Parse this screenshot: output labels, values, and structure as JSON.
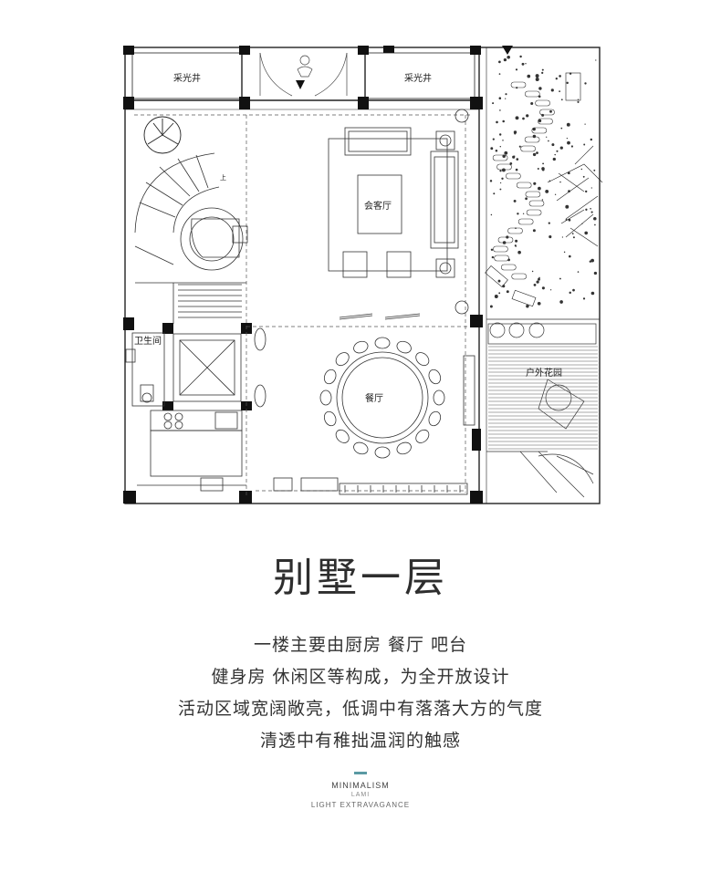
{
  "plan": {
    "labels": {
      "skylight_left": "采光井",
      "skylight_right": "采光井",
      "living_room": "会客厅",
      "bathroom": "卫生间",
      "dining_room": "餐厅",
      "outdoor_garden": "户外花园",
      "stair_up": "上"
    }
  },
  "title": "别墅一层",
  "description": [
    "一楼主要由厨房 餐厅 吧台",
    "健身房 休闲区等构成，为全开放设计",
    "活动区域宽阔敞亮，低调中有落落大方的气度",
    "清透中有稚拙温润的触感"
  ],
  "footer": {
    "line1": "MINIMALISM",
    "line2": "LAMI",
    "line3": "LIGHT EXTRAVAGANCE",
    "accent_color": "#5a9aa3"
  }
}
